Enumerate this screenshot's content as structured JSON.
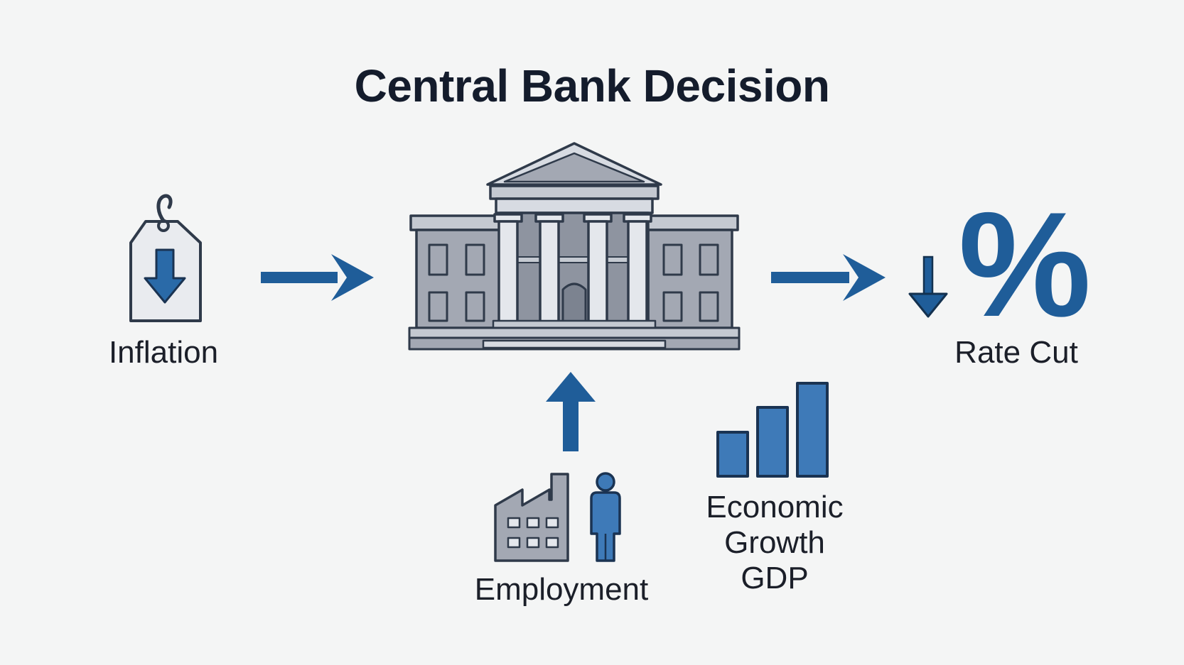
{
  "title": "Central Bank Decision",
  "nodes": {
    "inflation": "Inflation",
    "rate_cut": "Rate Cut",
    "employment": "Employment",
    "growth": {
      "line1": "Economic",
      "line2": "Growth",
      "line3": "GDP"
    }
  },
  "percent_symbol": "%",
  "colors": {
    "primary_blue": "#1f5d99",
    "light_blue": "#3e7ab8",
    "gray": "#a3a8b3",
    "outline": "#2f3a4a"
  },
  "icons": [
    "price-tag-icon",
    "bank-building-icon",
    "percent-icon",
    "factory-icon",
    "person-icon",
    "bar-chart-icon"
  ]
}
